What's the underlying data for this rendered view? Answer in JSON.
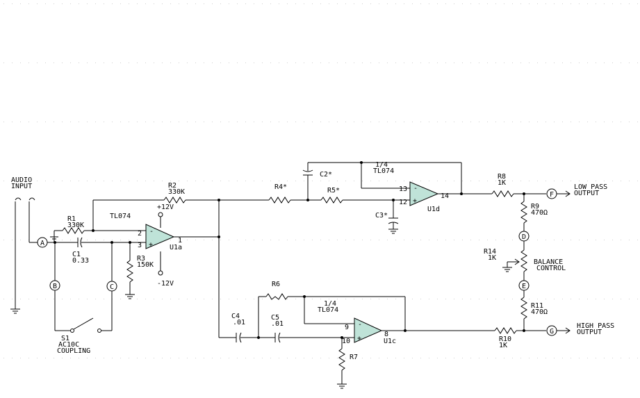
{
  "labels": {
    "audio_input": "AUDIO",
    "audio_input2": "INPUT",
    "r1": "R1",
    "r1_val": "330K",
    "r2": "R2",
    "r2_val": "330K",
    "r3": "R3",
    "r3_val": "150K",
    "c1": "C1",
    "c1_val": "0.33",
    "s1": "S1",
    "s1_val": "AC10C",
    "s1_val2": "COUPLING",
    "u1a_part": "TL074",
    "u1a": "U1a",
    "plus12": "+12V",
    "minus12": "-12V",
    "r4": "R4*",
    "r5": "R5*",
    "c2": "C2*",
    "c3": "C3*",
    "u1d_frac": "1/4",
    "u1d_part": "TL074",
    "u1d": "U1d",
    "r6": "R6",
    "c4": "C4",
    "c4_val": ".01",
    "c5": "C5",
    "c5_val": ".01",
    "r7": "R7",
    "u1c_frac": "1/4",
    "u1c_part": "TL074",
    "u1c": "U1c",
    "r8": "R8",
    "r8_val": "1K",
    "r9": "R9",
    "r9_val": "470Ω",
    "r10": "R10",
    "r10_val": "1K",
    "r11": "R11",
    "r11_val": "470Ω",
    "r14": "R14",
    "r14_val": "1K",
    "balance": "BALANCE",
    "balance2": "CONTROL",
    "low_pass": "LOW PASS",
    "low_pass2": "OUTPUT",
    "high_pass": "HIGH PASS",
    "high_pass2": "OUTPUT",
    "node_a": "A",
    "node_b": "B",
    "node_c": "C",
    "node_d": "D",
    "node_e": "E",
    "node_f": "F",
    "node_g": "G",
    "pin_2": "2",
    "pin_3": "3",
    "pin_1": "1",
    "pin_13": "13",
    "pin_12": "12",
    "pin_14": "14",
    "pin_9": "9",
    "pin_10": "10",
    "pin_8": "8"
  },
  "colors": {
    "opamp_fill": "#bfe3d8",
    "wire": "#000000"
  }
}
